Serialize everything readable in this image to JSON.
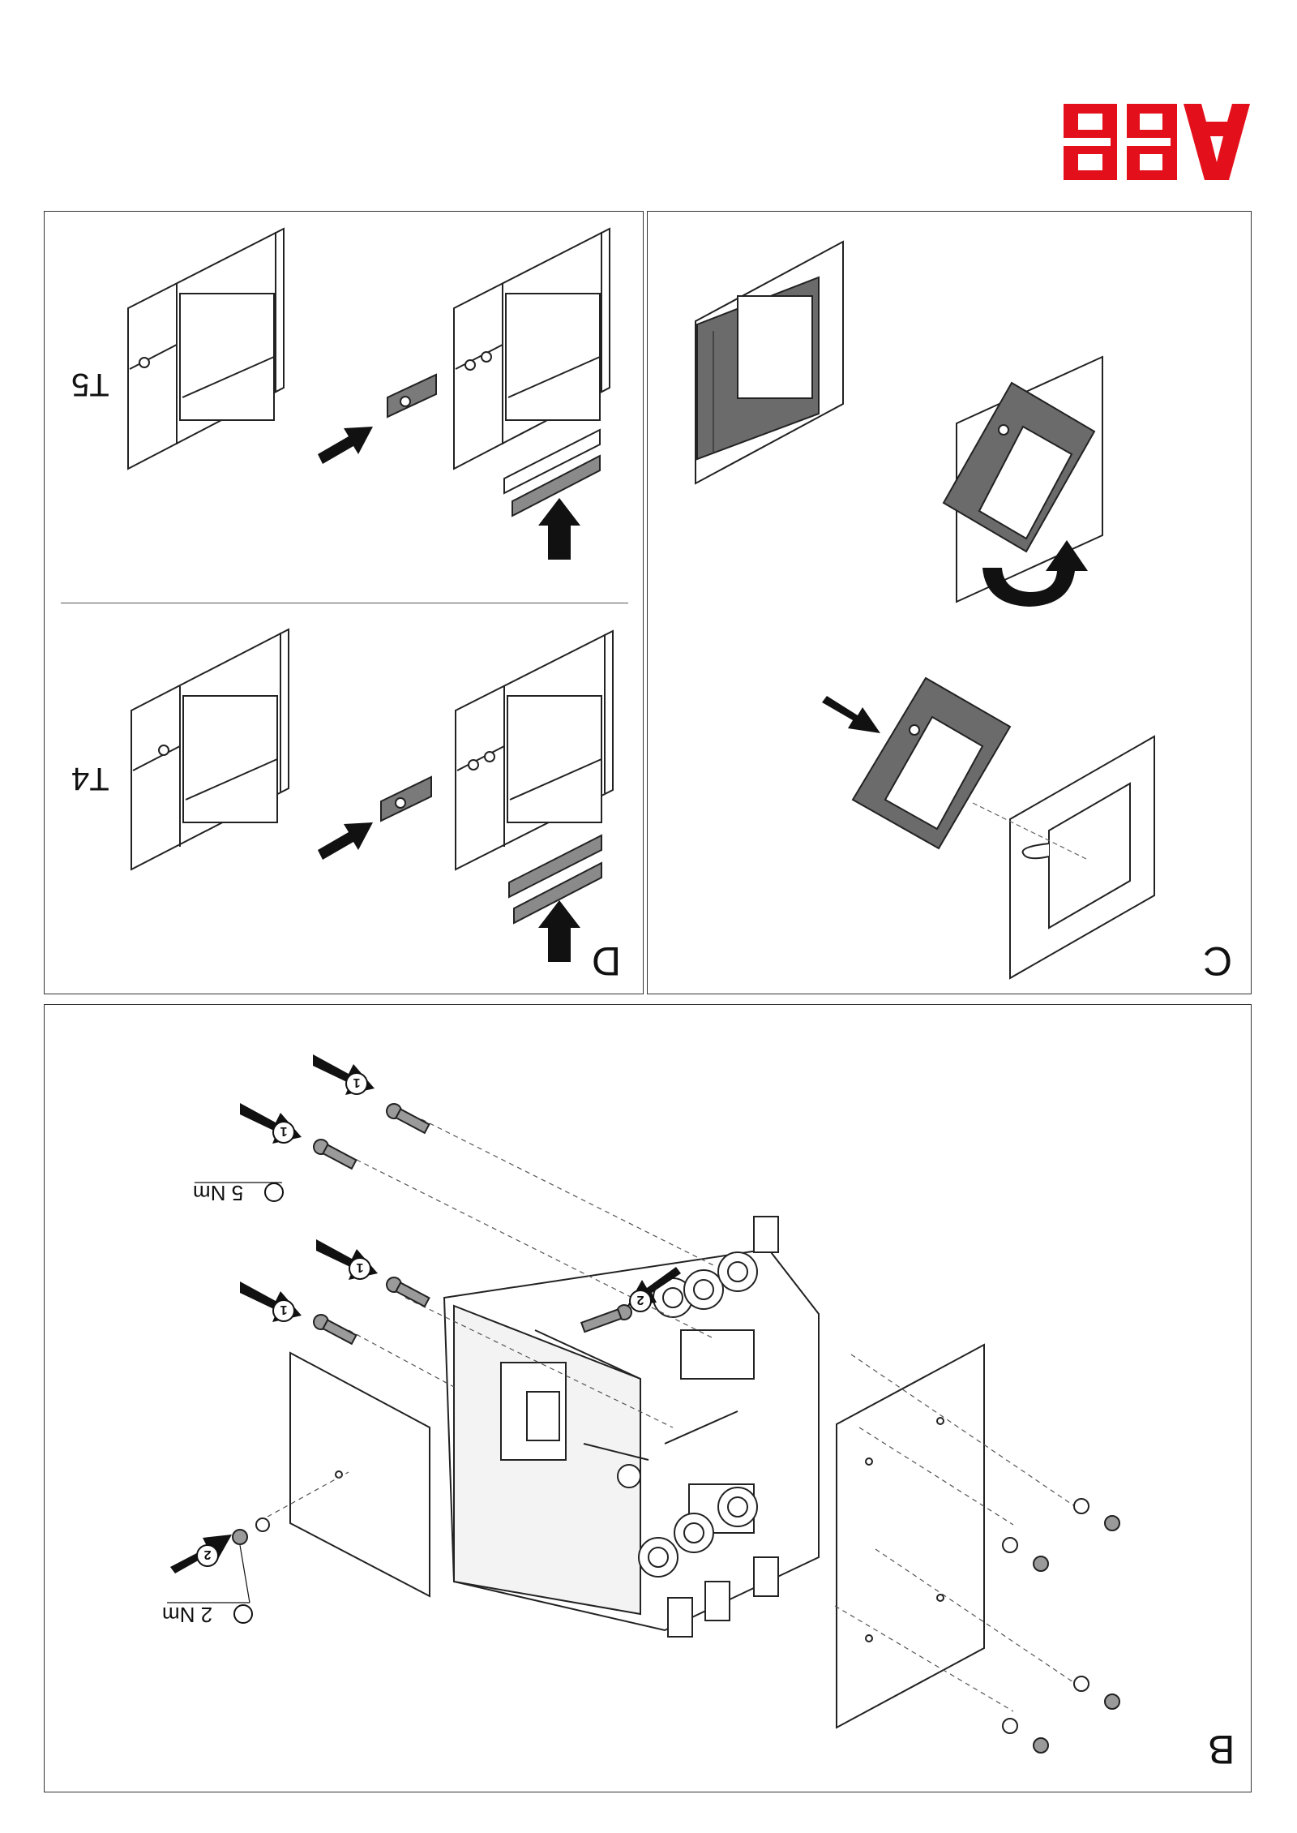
{
  "brand": {
    "logo_text": "ABB",
    "color": "#e3101c"
  },
  "panels": {
    "D": {
      "letter": "D",
      "models": [
        {
          "label": "T5"
        },
        {
          "label": "T4"
        }
      ]
    },
    "C": {
      "letter": "C"
    },
    "B": {
      "letter": "B",
      "torques": [
        {
          "label": "5 Nm"
        },
        {
          "label": "2 Nm"
        }
      ],
      "step_markers": [
        "1",
        "1",
        "1",
        "1",
        "2",
        "2"
      ]
    }
  },
  "colors": {
    "line": "#222222",
    "panel_fill": "#6b6b6b",
    "light_fill": "#9a9a9a",
    "arrow": "#111111"
  }
}
